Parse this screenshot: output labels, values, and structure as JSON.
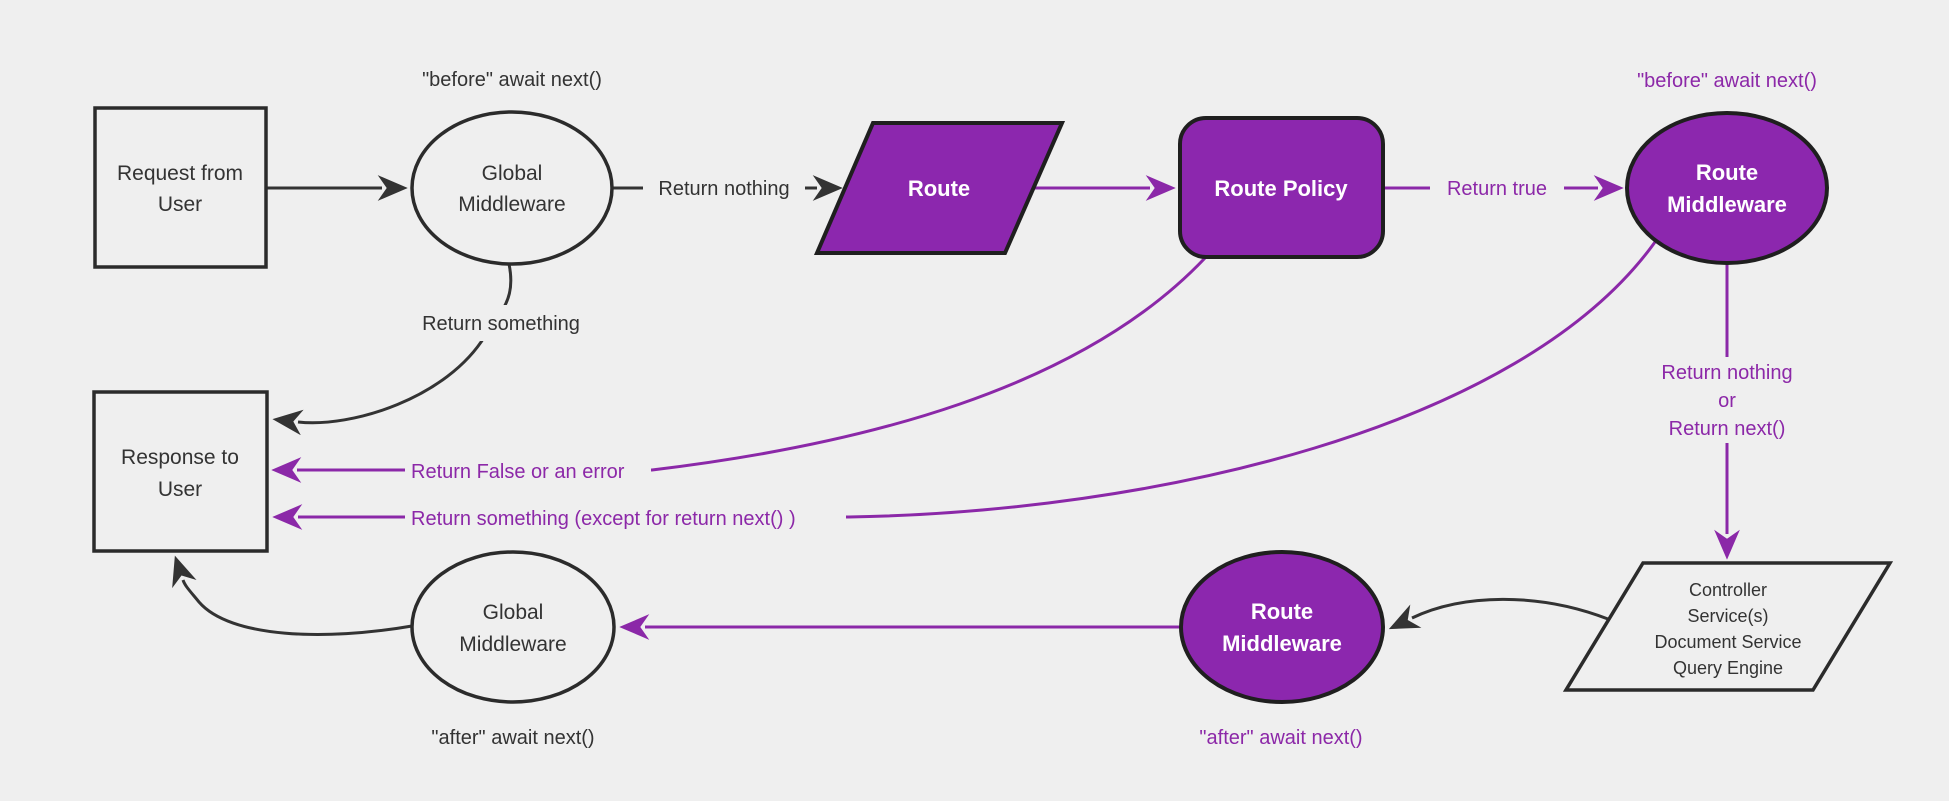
{
  "diagram": {
    "title_hint": "Request / response lifecycle middleware flowchart",
    "colors": {
      "background": "#efefef",
      "purple_fill": "#8c27ae",
      "purple_line": "#8b28a8",
      "black_line": "#333333",
      "node_border": "#2b2b2b",
      "white_text": "#ffffff",
      "dark_text": "#333333"
    },
    "nodes": {
      "request": {
        "line1": "Request from",
        "line2": "User"
      },
      "global_mw_top": {
        "line1": "Global",
        "line2": "Middleware"
      },
      "route": {
        "label": "Route"
      },
      "route_policy": {
        "label": "Route Policy"
      },
      "route_mw_top": {
        "line1": "Route",
        "line2": "Middleware"
      },
      "controller": {
        "line1": "Controller",
        "line2": "Service(s)",
        "line3": "Document Service",
        "line4": "Query Engine"
      },
      "route_mw_bottom": {
        "line1": "Route",
        "line2": "Middleware"
      },
      "global_mw_bottom": {
        "line1": "Global",
        "line2": "Middleware"
      },
      "response": {
        "line1": "Response to",
        "line2": "User"
      }
    },
    "labels": {
      "before_await_top": "\"before\" await next()",
      "before_await_right": "\"before\" await next()",
      "return_nothing": "Return nothing",
      "return_true": "Return true",
      "return_nothing_or_1": "Return nothing",
      "return_nothing_or_2": "or",
      "return_nothing_or_3": "Return next()",
      "return_false": "Return False or an error",
      "return_something_except": "Return something (except for return next() )",
      "return_something": "Return something",
      "after_await_left": "\"after\" await next()",
      "after_await_mid": "\"after\" await next()"
    }
  }
}
